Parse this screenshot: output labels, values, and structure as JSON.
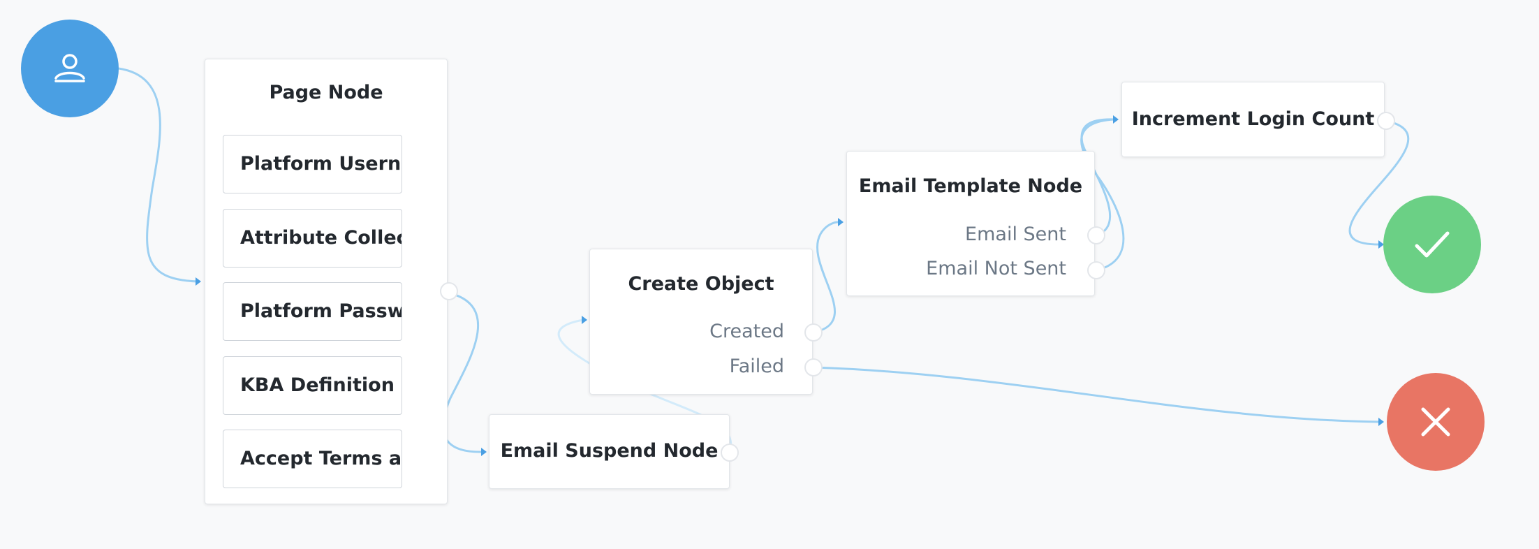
{
  "colors": {
    "background": "#f8f9fa",
    "start": "#4a9fe3",
    "success": "#6bd085",
    "failure": "#e87564",
    "wire": "#9dd0f2",
    "arrow": "#4a9fe3"
  },
  "start_node": {
    "icon": "person-icon"
  },
  "page_node": {
    "title": "Page Node",
    "items": [
      "Platform Userna…",
      "Attribute Collect…",
      "Platform Passw…",
      "KBA Definition",
      "Accept Terms a…"
    ]
  },
  "email_suspend_node": {
    "title": "Email Suspend Node"
  },
  "create_object_node": {
    "title": "Create Object",
    "outcomes": [
      "Created",
      "Failed"
    ]
  },
  "email_template_node": {
    "title": "Email Template Node",
    "outcomes": [
      "Email Sent",
      "Email Not Sent"
    ]
  },
  "increment_login_node": {
    "title": "Increment Login Count"
  },
  "success_node": {
    "icon": "checkmark-icon"
  },
  "failure_node": {
    "icon": "x-icon"
  }
}
